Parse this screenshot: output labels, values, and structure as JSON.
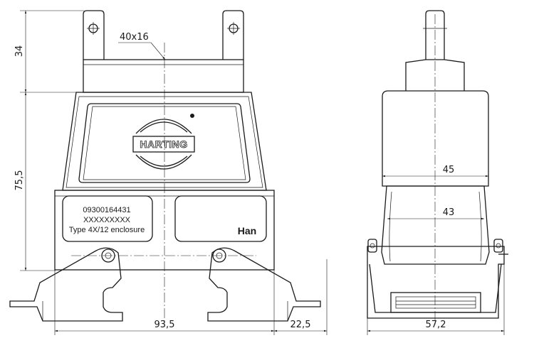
{
  "dimensions": {
    "top_height": "34",
    "body_height": "75,5",
    "width_lever": "93,5",
    "lever_extension": "22,5",
    "side_width": "57,2",
    "upper_width": "45",
    "lower_width": "43",
    "screw": "40x16"
  },
  "label": {
    "part_number": "09300164431",
    "code": "XXXXXXXXX",
    "type": "Type 4X/12 enclosure"
  },
  "logo_text": "HARTING",
  "brand_mark": "Han"
}
